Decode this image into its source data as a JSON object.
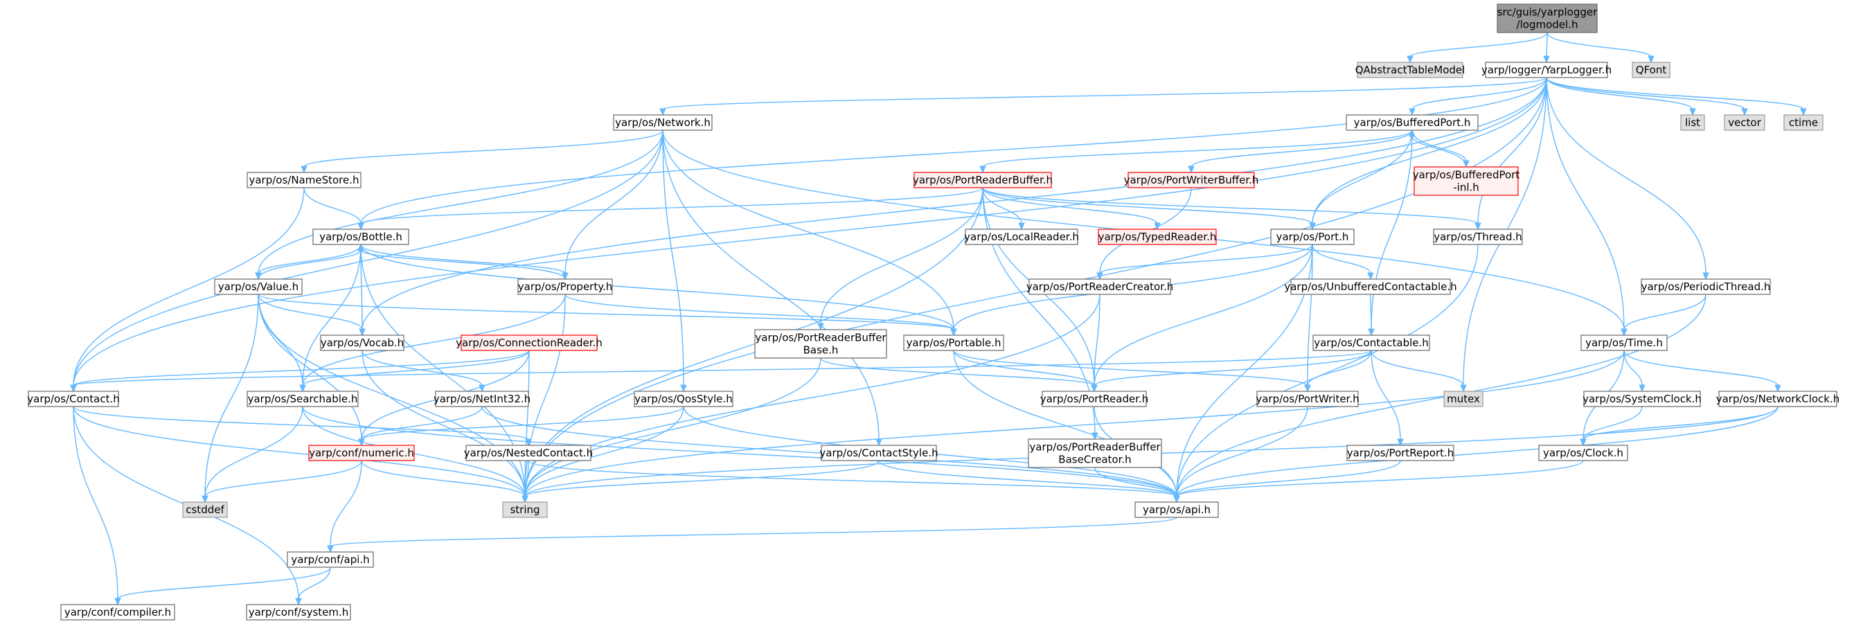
{
  "colors": {
    "edge": "#63b8ff",
    "root_fill": "#999999",
    "root_stroke": "#666666",
    "normal_fill": "#ffffff",
    "normal_stroke": "#666666",
    "system_fill": "#e0e0e0",
    "system_stroke": "#999999",
    "truncated_fill": "#fff0f0",
    "truncated_stroke": "#ff0000"
  },
  "nodes": [
    {
      "id": "root",
      "lines": [
        "src/guis/yarplogger",
        "/logmodel.h"
      ],
      "kind": "root"
    },
    {
      "id": "qatm",
      "lines": [
        "QAbstractTableModel"
      ],
      "kind": "system"
    },
    {
      "id": "yl",
      "lines": [
        "yarp/logger/YarpLogger.h"
      ],
      "kind": "normal"
    },
    {
      "id": "qfont",
      "lines": [
        "QFont"
      ],
      "kind": "system"
    },
    {
      "id": "net",
      "lines": [
        "yarp/os/Network.h"
      ],
      "kind": "normal"
    },
    {
      "id": "bport",
      "lines": [
        "yarp/os/BufferedPort.h"
      ],
      "kind": "normal"
    },
    {
      "id": "list",
      "lines": [
        "list"
      ],
      "kind": "system"
    },
    {
      "id": "vector",
      "lines": [
        "vector"
      ],
      "kind": "system"
    },
    {
      "id": "ctime",
      "lines": [
        "ctime"
      ],
      "kind": "system"
    },
    {
      "id": "nstore",
      "lines": [
        "yarp/os/NameStore.h"
      ],
      "kind": "normal"
    },
    {
      "id": "prb",
      "lines": [
        "yarp/os/PortReaderBuffer.h"
      ],
      "kind": "truncated"
    },
    {
      "id": "pwb",
      "lines": [
        "yarp/os/PortWriterBuffer.h"
      ],
      "kind": "truncated"
    },
    {
      "id": "bpinl",
      "lines": [
        "yarp/os/BufferedPort",
        "-inl.h"
      ],
      "kind": "truncated"
    },
    {
      "id": "bottle",
      "lines": [
        "yarp/os/Bottle.h"
      ],
      "kind": "normal"
    },
    {
      "id": "lreader",
      "lines": [
        "yarp/os/LocalReader.h"
      ],
      "kind": "normal"
    },
    {
      "id": "treader",
      "lines": [
        "yarp/os/TypedReader.h"
      ],
      "kind": "truncated"
    },
    {
      "id": "port",
      "lines": [
        "yarp/os/Port.h"
      ],
      "kind": "normal"
    },
    {
      "id": "thread",
      "lines": [
        "yarp/os/Thread.h"
      ],
      "kind": "normal"
    },
    {
      "id": "value",
      "lines": [
        "yarp/os/Value.h"
      ],
      "kind": "normal"
    },
    {
      "id": "prop",
      "lines": [
        "yarp/os/Property.h"
      ],
      "kind": "normal"
    },
    {
      "id": "prc",
      "lines": [
        "yarp/os/PortReaderCreator.h"
      ],
      "kind": "normal"
    },
    {
      "id": "uc",
      "lines": [
        "yarp/os/UnbufferedContactable.h"
      ],
      "kind": "normal"
    },
    {
      "id": "pthread",
      "lines": [
        "yarp/os/PeriodicThread.h"
      ],
      "kind": "normal"
    },
    {
      "id": "vocab",
      "lines": [
        "yarp/os/Vocab.h"
      ],
      "kind": "normal"
    },
    {
      "id": "connr",
      "lines": [
        "yarp/os/ConnectionReader.h"
      ],
      "kind": "truncated"
    },
    {
      "id": "prbb",
      "lines": [
        "yarp/os/PortReaderBuffer",
        "Base.h"
      ],
      "kind": "normal"
    },
    {
      "id": "portable",
      "lines": [
        "yarp/os/Portable.h"
      ],
      "kind": "normal"
    },
    {
      "id": "contactable",
      "lines": [
        "yarp/os/Contactable.h"
      ],
      "kind": "normal"
    },
    {
      "id": "time",
      "lines": [
        "yarp/os/Time.h"
      ],
      "kind": "normal"
    },
    {
      "id": "contact",
      "lines": [
        "yarp/os/Contact.h"
      ],
      "kind": "normal"
    },
    {
      "id": "searchable",
      "lines": [
        "yarp/os/Searchable.h"
      ],
      "kind": "normal"
    },
    {
      "id": "netint32",
      "lines": [
        "yarp/os/NetInt32.h"
      ],
      "kind": "normal"
    },
    {
      "id": "qos",
      "lines": [
        "yarp/os/QosStyle.h"
      ],
      "kind": "normal"
    },
    {
      "id": "preader",
      "lines": [
        "yarp/os/PortReader.h"
      ],
      "kind": "normal"
    },
    {
      "id": "pwriter",
      "lines": [
        "yarp/os/PortWriter.h"
      ],
      "kind": "normal"
    },
    {
      "id": "mutex",
      "lines": [
        "mutex"
      ],
      "kind": "system"
    },
    {
      "id": "sclock",
      "lines": [
        "yarp/os/SystemClock.h"
      ],
      "kind": "normal"
    },
    {
      "id": "nclock",
      "lines": [
        "yarp/os/NetworkClock.h"
      ],
      "kind": "normal"
    },
    {
      "id": "numeric",
      "lines": [
        "yarp/conf/numeric.h"
      ],
      "kind": "truncated"
    },
    {
      "id": "ncontact",
      "lines": [
        "yarp/os/NestedContact.h"
      ],
      "kind": "normal"
    },
    {
      "id": "cstyle",
      "lines": [
        "yarp/os/ContactStyle.h"
      ],
      "kind": "normal"
    },
    {
      "id": "prbbc",
      "lines": [
        "yarp/os/PortReaderBuffer",
        "BaseCreator.h"
      ],
      "kind": "normal"
    },
    {
      "id": "preport",
      "lines": [
        "yarp/os/PortReport.h"
      ],
      "kind": "normal"
    },
    {
      "id": "clock",
      "lines": [
        "yarp/os/Clock.h"
      ],
      "kind": "normal"
    },
    {
      "id": "cstddef",
      "lines": [
        "cstddef"
      ],
      "kind": "system"
    },
    {
      "id": "string",
      "lines": [
        "string"
      ],
      "kind": "system"
    },
    {
      "id": "osapi",
      "lines": [
        "yarp/os/api.h"
      ],
      "kind": "normal"
    },
    {
      "id": "confapi",
      "lines": [
        "yarp/conf/api.h"
      ],
      "kind": "normal"
    },
    {
      "id": "compiler",
      "lines": [
        "yarp/conf/compiler.h"
      ],
      "kind": "normal"
    },
    {
      "id": "system",
      "lines": [
        "yarp/conf/system.h"
      ],
      "kind": "normal"
    }
  ],
  "edges": [
    [
      "root",
      "qatm"
    ],
    [
      "root",
      "yl"
    ],
    [
      "root",
      "qfont"
    ],
    [
      "yl",
      "net"
    ],
    [
      "yl",
      "bport"
    ],
    [
      "yl",
      "list"
    ],
    [
      "yl",
      "vector"
    ],
    [
      "yl",
      "ctime"
    ],
    [
      "yl",
      "mutex"
    ],
    [
      "yl",
      "port"
    ],
    [
      "yl",
      "thread"
    ],
    [
      "yl",
      "pthread"
    ],
    [
      "yl",
      "time"
    ],
    [
      "yl",
      "string"
    ],
    [
      "yl",
      "bottle"
    ],
    [
      "yl",
      "vocab"
    ],
    [
      "yl",
      "contact"
    ],
    [
      "net",
      "nstore"
    ],
    [
      "net",
      "value"
    ],
    [
      "net",
      "prop"
    ],
    [
      "net",
      "portable"
    ],
    [
      "net",
      "qos"
    ],
    [
      "net",
      "cstyle"
    ],
    [
      "net",
      "time"
    ],
    [
      "net",
      "contact"
    ],
    [
      "nstore",
      "bottle"
    ],
    [
      "nstore",
      "contact"
    ],
    [
      "bport",
      "prb"
    ],
    [
      "bport",
      "pwb"
    ],
    [
      "bport",
      "bpinl"
    ],
    [
      "bport",
      "port"
    ],
    [
      "bport",
      "contactable"
    ],
    [
      "bpinl",
      "bport"
    ],
    [
      "prb",
      "bottle"
    ],
    [
      "prb",
      "lreader"
    ],
    [
      "prb",
      "treader"
    ],
    [
      "prb",
      "port"
    ],
    [
      "prb",
      "thread"
    ],
    [
      "prb",
      "prbb"
    ],
    [
      "prb",
      "preader"
    ],
    [
      "prb",
      "prbbc"
    ],
    [
      "prb",
      "string"
    ],
    [
      "pwb",
      "prc"
    ],
    [
      "bottle",
      "value"
    ],
    [
      "bottle",
      "prop"
    ],
    [
      "bottle",
      "vocab"
    ],
    [
      "bottle",
      "portable"
    ],
    [
      "bottle",
      "searchable"
    ],
    [
      "bottle",
      "string"
    ],
    [
      "value",
      "bottle"
    ],
    [
      "value",
      "vocab"
    ],
    [
      "value",
      "portable"
    ],
    [
      "value",
      "searchable"
    ],
    [
      "value",
      "numeric"
    ],
    [
      "value",
      "string"
    ],
    [
      "value",
      "cstddef"
    ],
    [
      "prop",
      "bottle"
    ],
    [
      "prop",
      "portable"
    ],
    [
      "prop",
      "searchable"
    ],
    [
      "prop",
      "string"
    ],
    [
      "port",
      "portable"
    ],
    [
      "port",
      "uc"
    ],
    [
      "port",
      "prc"
    ],
    [
      "port",
      "preader"
    ],
    [
      "port",
      "pwriter"
    ],
    [
      "port",
      "osapi"
    ],
    [
      "uc",
      "contactable"
    ],
    [
      "prc",
      "preader"
    ],
    [
      "prc",
      "string"
    ],
    [
      "thread",
      "osapi"
    ],
    [
      "pthread",
      "time"
    ],
    [
      "pthread",
      "osapi"
    ],
    [
      "vocab",
      "netint32"
    ],
    [
      "vocab",
      "string"
    ],
    [
      "connr",
      "contact"
    ],
    [
      "connr",
      "searchable"
    ],
    [
      "connr",
      "numeric"
    ],
    [
      "connr",
      "string"
    ],
    [
      "prbb",
      "preader"
    ],
    [
      "prbb",
      "string"
    ],
    [
      "portable",
      "preader"
    ],
    [
      "portable",
      "pwriter"
    ],
    [
      "portable",
      "osapi"
    ],
    [
      "contactable",
      "contact"
    ],
    [
      "contactable",
      "preader"
    ],
    [
      "contactable",
      "pwriter"
    ],
    [
      "contactable",
      "mutex"
    ],
    [
      "contactable",
      "preport"
    ],
    [
      "time",
      "sclock"
    ],
    [
      "time",
      "nclock"
    ],
    [
      "time",
      "clock"
    ],
    [
      "time",
      "string"
    ],
    [
      "contact",
      "ncontact"
    ],
    [
      "contact",
      "string"
    ],
    [
      "contact",
      "compiler"
    ],
    [
      "contact",
      "system"
    ],
    [
      "searchable",
      "cstddef"
    ],
    [
      "searchable",
      "string"
    ],
    [
      "searchable",
      "osapi"
    ],
    [
      "netint32",
      "numeric"
    ],
    [
      "netint32",
      "osapi"
    ],
    [
      "qos",
      "numeric"
    ],
    [
      "qos",
      "string"
    ],
    [
      "qos",
      "osapi"
    ],
    [
      "preader",
      "osapi"
    ],
    [
      "pwriter",
      "osapi"
    ],
    [
      "sclock",
      "clock"
    ],
    [
      "nclock",
      "clock"
    ],
    [
      "nclock",
      "string"
    ],
    [
      "nclock",
      "osapi"
    ],
    [
      "numeric",
      "cstddef"
    ],
    [
      "numeric",
      "string"
    ],
    [
      "numeric",
      "confapi"
    ],
    [
      "ncontact",
      "string"
    ],
    [
      "ncontact",
      "osapi"
    ],
    [
      "cstyle",
      "string"
    ],
    [
      "cstyle",
      "osapi"
    ],
    [
      "prbbc",
      "osapi"
    ],
    [
      "preport",
      "osapi"
    ],
    [
      "clock",
      "osapi"
    ],
    [
      "osapi",
      "confapi"
    ],
    [
      "confapi",
      "compiler"
    ],
    [
      "confapi",
      "system"
    ]
  ]
}
